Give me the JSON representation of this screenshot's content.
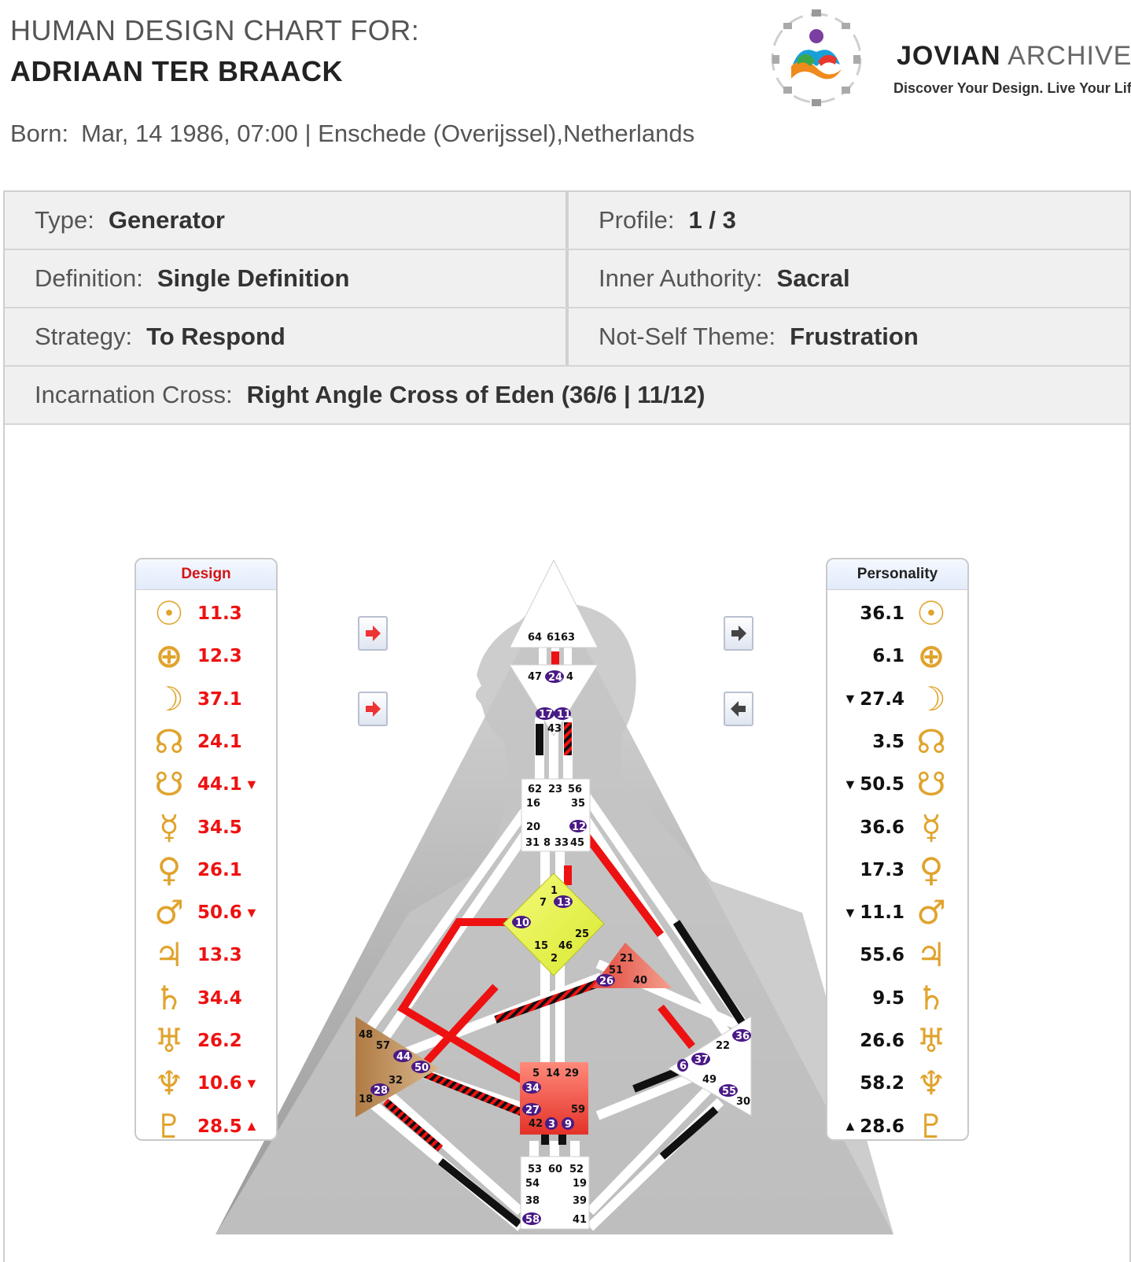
{
  "header": {
    "line1": "HUMAN DESIGN CHART FOR:",
    "name": "ADRIAAN TER BRAACK",
    "born_label": "Born:",
    "born_value": "Mar, 14 1986, 07:00 | Enschede (Overijssel),Netherlands"
  },
  "brand": {
    "name_bold": "JOVIAN",
    "name_light": "ARCHIVE",
    "tagline": "Discover Your Design. Live Your Life"
  },
  "info": {
    "type_label": "Type:",
    "type_value": "Generator",
    "profile_label": "Profile:",
    "profile_value": "1 / 3",
    "definition_label": "Definition:",
    "definition_value": "Single Definition",
    "authority_label": "Inner Authority:",
    "authority_value": "Sacral",
    "strategy_label": "Strategy:",
    "strategy_value": "To Respond",
    "notself_label": "Not-Self Theme:",
    "notself_value": "Frustration",
    "cross_label": "Incarnation Cross:",
    "cross_value": "Right Angle Cross of Eden (36/6 | 11/12)"
  },
  "design": {
    "title": "Design",
    "rows": [
      {
        "icon": "sun-icon",
        "glyph": "☉",
        "value": "11.3",
        "mark": ""
      },
      {
        "icon": "earth-icon",
        "glyph": "⊕",
        "value": "12.3",
        "mark": ""
      },
      {
        "icon": "moon-icon",
        "glyph": "☽",
        "value": "37.1",
        "mark": ""
      },
      {
        "icon": "north-node-icon",
        "glyph": "☊",
        "value": "24.1",
        "mark": ""
      },
      {
        "icon": "south-node-icon",
        "glyph": "☋",
        "value": "44.1",
        "mark": "▼"
      },
      {
        "icon": "mercury-icon",
        "glyph": "☿",
        "value": "34.5",
        "mark": ""
      },
      {
        "icon": "venus-icon",
        "glyph": "♀",
        "value": "26.1",
        "mark": ""
      },
      {
        "icon": "mars-icon",
        "glyph": "♂",
        "value": "50.6",
        "mark": "▼"
      },
      {
        "icon": "jupiter-icon",
        "glyph": "♃",
        "value": "13.3",
        "mark": ""
      },
      {
        "icon": "saturn-icon",
        "glyph": "♄",
        "value": "34.4",
        "mark": ""
      },
      {
        "icon": "uranus-icon",
        "glyph": "♅",
        "value": "26.2",
        "mark": ""
      },
      {
        "icon": "neptune-icon",
        "glyph": "♆",
        "value": "10.6",
        "mark": "▼"
      },
      {
        "icon": "pluto-icon",
        "glyph": "♇",
        "value": "28.5",
        "mark": "▲"
      }
    ]
  },
  "personality": {
    "title": "Personality",
    "rows": [
      {
        "icon": "sun-icon",
        "glyph": "☉",
        "value": "36.1",
        "mark": ""
      },
      {
        "icon": "earth-icon",
        "glyph": "⊕",
        "value": "6.1",
        "mark": ""
      },
      {
        "icon": "moon-icon",
        "glyph": "☽",
        "value": "27.4",
        "mark": "▼"
      },
      {
        "icon": "north-node-icon",
        "glyph": "☊",
        "value": "3.5",
        "mark": ""
      },
      {
        "icon": "south-node-icon",
        "glyph": "☋",
        "value": "50.5",
        "mark": "▼"
      },
      {
        "icon": "mercury-icon",
        "glyph": "☿",
        "value": "36.6",
        "mark": ""
      },
      {
        "icon": "venus-icon",
        "glyph": "♀",
        "value": "17.3",
        "mark": ""
      },
      {
        "icon": "mars-icon",
        "glyph": "♂",
        "value": "11.1",
        "mark": "▼"
      },
      {
        "icon": "jupiter-icon",
        "glyph": "♃",
        "value": "55.6",
        "mark": ""
      },
      {
        "icon": "saturn-icon",
        "glyph": "♄",
        "value": "9.5",
        "mark": ""
      },
      {
        "icon": "uranus-icon",
        "glyph": "♅",
        "value": "26.6",
        "mark": ""
      },
      {
        "icon": "neptune-icon",
        "glyph": "♆",
        "value": "58.2",
        "mark": ""
      },
      {
        "icon": "pluto-icon",
        "glyph": "♇",
        "value": "28.6",
        "mark": "▲"
      }
    ]
  },
  "colors": {
    "design_red": "#ee1111",
    "planet_gold": "#e0a32c",
    "activated_gate": "#4a1a86",
    "g_center": "#e6f24a",
    "sacral": "#e8463c",
    "spleen": "#b8895a",
    "heart": "#e86a5a"
  },
  "gates": {
    "head": [
      "64",
      "61",
      "63"
    ],
    "ajna": [
      "47",
      "24",
      "4",
      "17",
      "11",
      "43"
    ],
    "throat": [
      "62",
      "23",
      "56",
      "16",
      "35",
      "20",
      "12",
      "31",
      "8",
      "33",
      "45"
    ],
    "g": [
      "1",
      "7",
      "13",
      "10",
      "25",
      "15",
      "46",
      "2"
    ],
    "heart": [
      "21",
      "51",
      "26",
      "40"
    ],
    "spleen": [
      "48",
      "57",
      "44",
      "50",
      "32",
      "28",
      "18"
    ],
    "sacral": [
      "5",
      "14",
      "29",
      "34",
      "27",
      "59",
      "42",
      "3",
      "9"
    ],
    "solar": [
      "36",
      "22",
      "6",
      "37",
      "49",
      "55",
      "30"
    ],
    "root": [
      "53",
      "60",
      "52",
      "54",
      "19",
      "38",
      "39",
      "58",
      "41"
    ]
  }
}
